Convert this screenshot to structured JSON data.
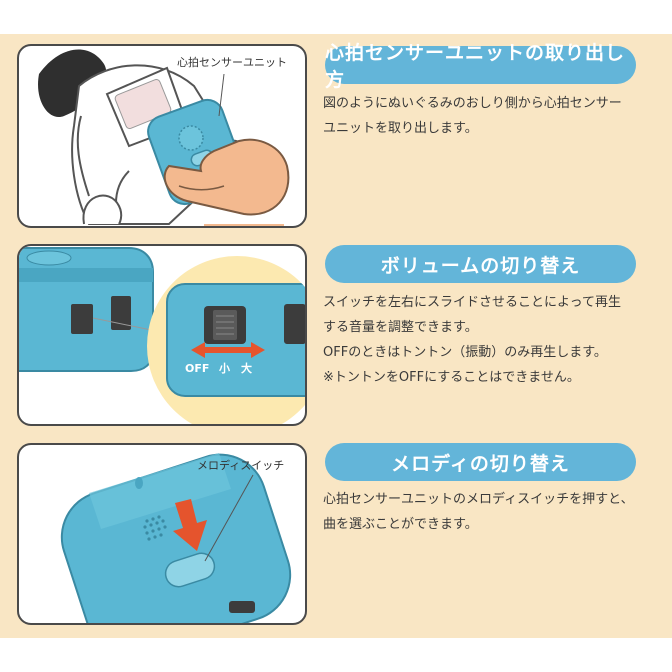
{
  "sections": [
    {
      "title": "心拍センサーユニットの取り出し方",
      "callout": "心拍センサーユニット",
      "lines": [
        "図のようにぬいぐるみのおしり側から心拍センサー",
        "ユニットを取り出します。"
      ]
    },
    {
      "title": "ボリュームの切り替え",
      "zoom_labels": {
        "off": "OFF",
        "small": "小",
        "large": "大"
      },
      "lines": [
        "スイッチを左右にスライドさせることによって再生",
        "する音量を調整できます。",
        "OFFのときはトントン（振動）のみ再生します。",
        "※トントンをOFFにすることはできません。"
      ]
    },
    {
      "title": "メロディの切り替え",
      "callout": "メロディスイッチ",
      "lines": [
        "心拍センサーユニットのメロディスイッチを押すと、",
        "曲を選ぶことができます。"
      ]
    }
  ],
  "colors": {
    "background": "#f9e6c4",
    "heading": "#63b5d9",
    "device": "#5ab7d3",
    "arrow": "#e5542d"
  }
}
